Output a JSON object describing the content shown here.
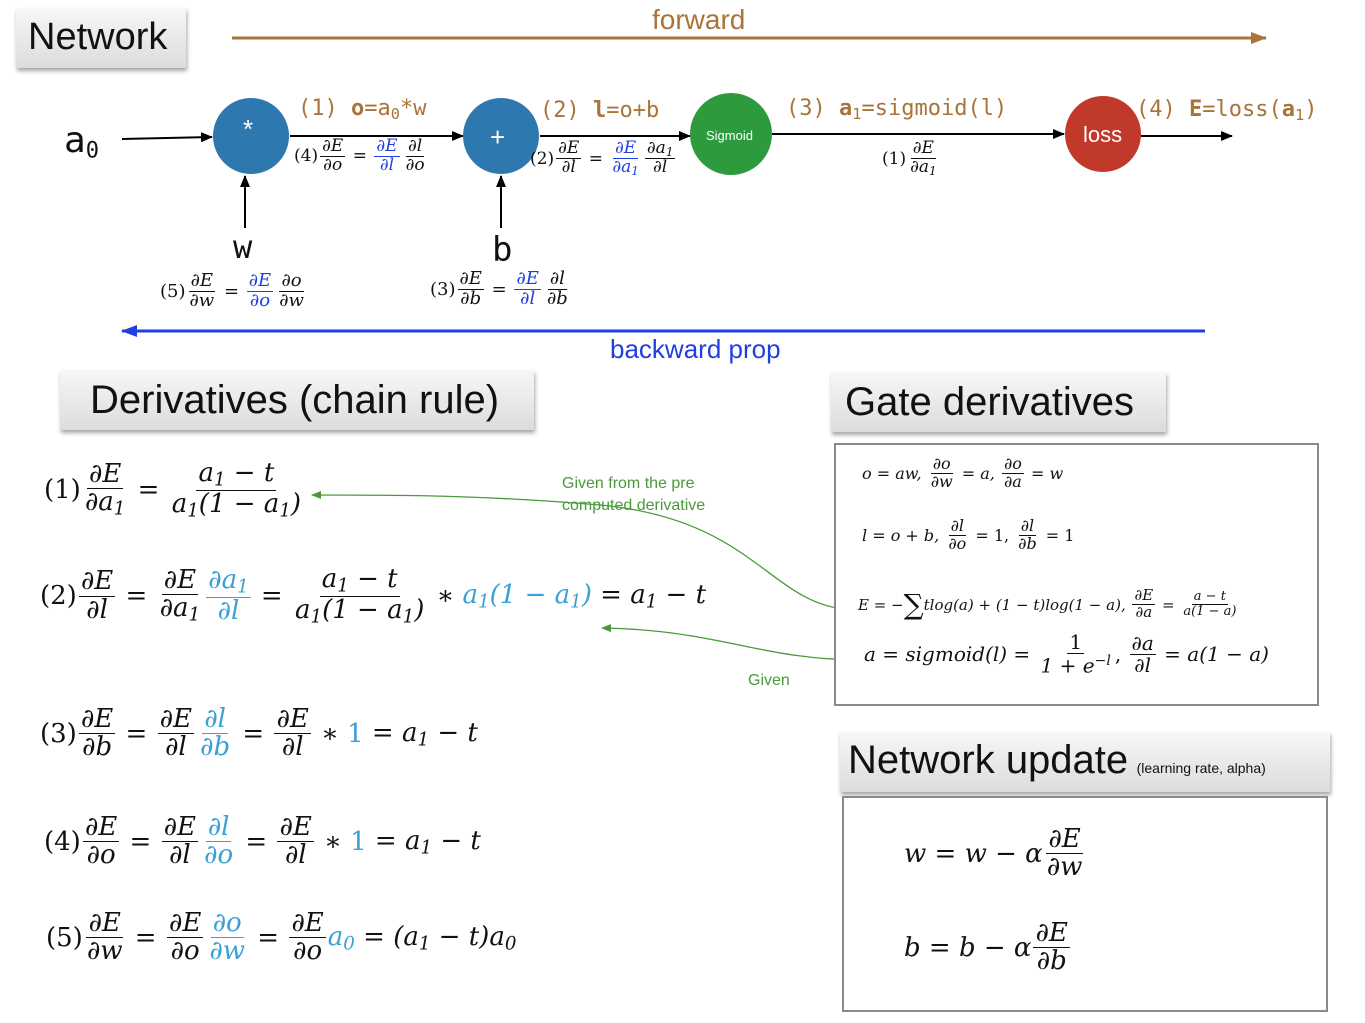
{
  "titles": {
    "network": "Network",
    "derivatives": "Derivatives (chain rule)",
    "gate": "Gate derivatives",
    "update": "Network update",
    "update_note": "(learning rate, alpha)"
  },
  "arrows": {
    "forward": "forward",
    "backward": "backward prop"
  },
  "nodes": {
    "mul": "*",
    "add": "+",
    "sigmoid": "Sigmoid",
    "loss": "loss"
  },
  "inputs": {
    "a0": "a",
    "a0_sub": "0",
    "w": "w",
    "b": "b"
  },
  "steps": {
    "s1_num": "(1) ",
    "s1_lhs": "o",
    "s1_eq": "=a",
    "s1_sub": "0",
    "s1_rest": "*w",
    "s2_num": "(2) ",
    "s2_lhs": "l",
    "s2_rest": "=o+b",
    "s3_num": "(3) ",
    "s3_lhs": "a",
    "s3_sub": "1",
    "s3_rest": "=sigmoid(l)",
    "s4_num": "(4) ",
    "s4_lhs": "E",
    "s4_rest": "=loss(",
    "s4_arg": "a",
    "s4_sub": "1",
    "s4_close": ")"
  },
  "labels": {
    "n1": "(1)",
    "n2": "(2)",
    "n3": "(3)",
    "n4": "(4)",
    "n5": "(5)",
    "given_pre_1": "Given from the pre",
    "given_pre_2": "computed derivative",
    "given": "Given"
  },
  "colors": {
    "node_blue": "#2e78b0",
    "node_green": "#2e9a3e",
    "node_red": "#c0392b",
    "forward_arrow": "#a8743a",
    "backward_arrow": "#1f3fe0",
    "callout_green": "#4a9a3a",
    "highlight_blue": "#3aa0d6"
  }
}
